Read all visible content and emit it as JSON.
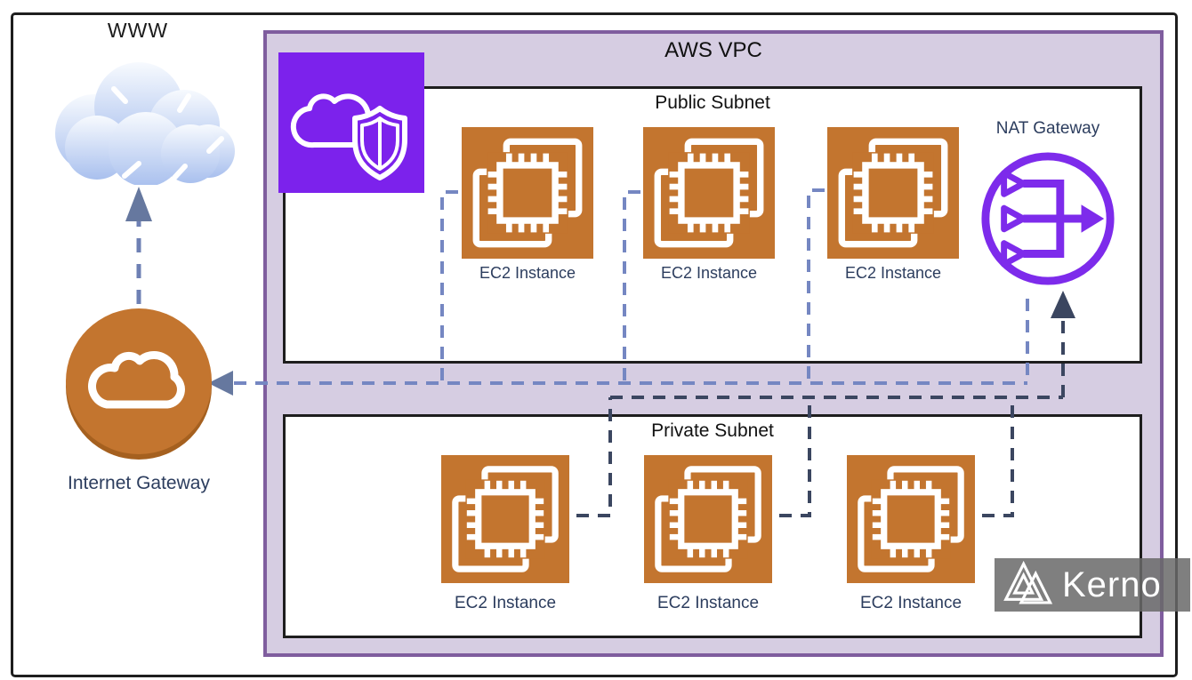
{
  "diagram": {
    "www": {
      "label": "WWW"
    },
    "internet_gateway": {
      "label": "Internet Gateway"
    },
    "vpc": {
      "title": "AWS VPC",
      "public_subnet": {
        "title": "Public Subnet",
        "instances": [
          {
            "label": "EC2 Instance"
          },
          {
            "label": "EC2 Instance"
          },
          {
            "label": "EC2 Instance"
          }
        ],
        "nat_gateway": {
          "label": "NAT Gateway"
        }
      },
      "private_subnet": {
        "title": "Private Subnet",
        "instances": [
          {
            "label": "EC2 Instance"
          },
          {
            "label": "EC2 Instance"
          },
          {
            "label": "EC2 Instance"
          }
        ]
      }
    },
    "watermark": {
      "brand": "Kerno"
    }
  },
  "colors": {
    "ec2_orange": "#C3752F",
    "igw_orange": "#C3752F",
    "igw_shadow": "#A5601F",
    "vpc_icon_purple": "#7C22EC",
    "nat_purple": "#7D2BEB",
    "vpc_border": "#7F5D9E",
    "vpc_fill": "#D6CDE2",
    "public_route_dash": "#7587C2",
    "private_route_dash": "#3B4660",
    "label_navy": "#2C3D5E",
    "www_cloud_blue": "#A9C0EE",
    "watermark_gray": "#686868"
  }
}
